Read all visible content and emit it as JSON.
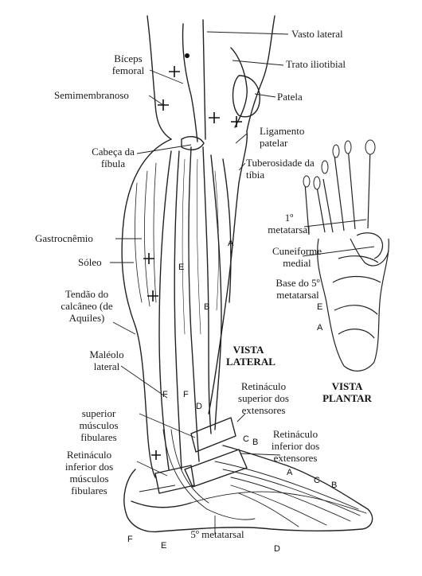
{
  "labels": {
    "vasto_lateral": "Vasto lateral",
    "biceps_femoral": "Bíceps femoral",
    "trato_iliotibial": "Trato iliotibial",
    "semimembranoso": "Semimembranoso",
    "patela": "Patela",
    "ligamento_patelar": "Ligamento patelar",
    "cabeca_fibula": "Cabeça da fíbula",
    "tuberosidade_tibia": "Tuberosidade da tíbia",
    "metatarsal_1": "1º metatarsal",
    "gastrocnemio": "Gastrocnêmio",
    "soleo": "Sóleo",
    "cuneiforme_medial": "Cuneiforme medial",
    "base_5_metatarsal": "Base do 5º metatarsal",
    "tendao_calcaneo": "Tendão do calcâneo (de Aquiles)",
    "maleolo_lateral": "Maléolo lateral",
    "retinaculo_superior_fibulares": "superior músculos fibulares",
    "retinaculo_superior_extensores": "Retináculo superior dos extensores",
    "retinaculo_inferior_extensores": "Retináculo inferior dos extensores",
    "retinaculo_inferior_fibulares": "Retináculo inferior dos músculos fibulares",
    "metatarsal_5": "5º metatarsal"
  },
  "titles": {
    "vista_lateral": "VISTA LATERAL",
    "vista_plantar": "VISTA PLANTAR"
  },
  "letters": {
    "a": "A",
    "b": "B",
    "c": "C",
    "d": "D",
    "e": "E",
    "f": "F"
  }
}
